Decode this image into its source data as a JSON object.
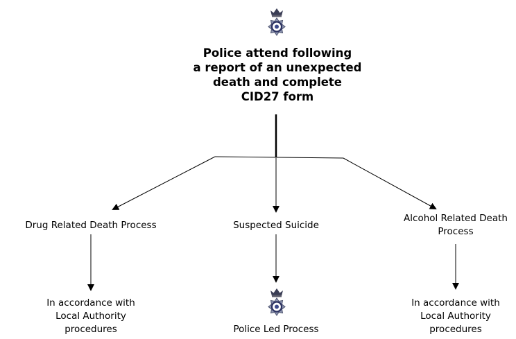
{
  "title": "Police attend following\na report of an unexpected\ndeath and complete\nCID27 form",
  "branches": [
    {
      "label": "Drug Related Death Process",
      "outcome": "In accordance with\nLocal Authority\nprocedures"
    },
    {
      "label": "Suspected Suicide",
      "outcome": "Police Led Process"
    },
    {
      "label": "Alcohol Related Death\nProcess",
      "outcome": "In accordance with\nLocal Authority\nprocedures"
    }
  ],
  "icons": [
    "police-badge-icon",
    "police-badge-icon"
  ]
}
